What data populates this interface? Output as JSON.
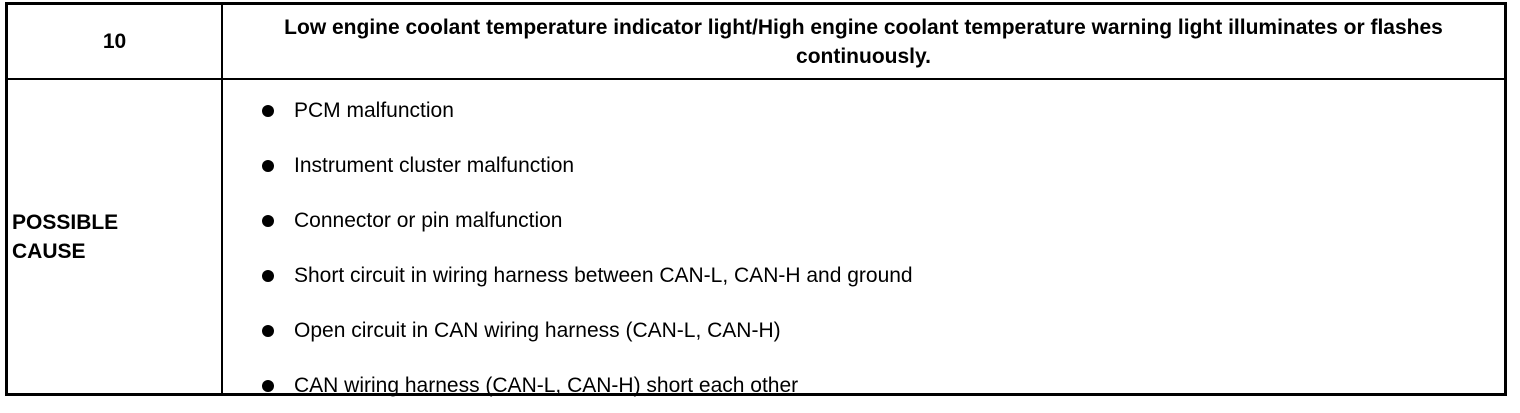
{
  "header": {
    "step_number": "10",
    "title": "Low engine coolant temperature indicator light/High engine coolant temperature warning light illuminates or flashes continuously."
  },
  "cause_section": {
    "label": "POSSIBLE\nCAUSE",
    "items": [
      {
        "text": "PCM malfunction"
      },
      {
        "text": "Instrument cluster malfunction"
      },
      {
        "text": "Connector or pin malfunction"
      },
      {
        "text": "Short circuit in wiring harness between CAN-L, CAN-H and ground"
      },
      {
        "text": "Open circuit in CAN wiring harness (CAN-L, CAN-H)"
      },
      {
        "text": "CAN wiring harness (CAN-L, CAN-H) short each other"
      }
    ]
  }
}
